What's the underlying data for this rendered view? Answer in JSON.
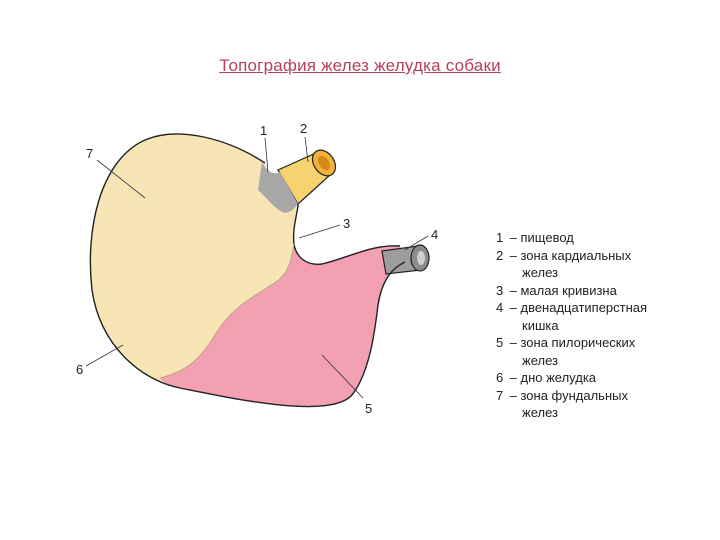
{
  "title": "Топография желез желудка собаки",
  "colors": {
    "title": "#b5405e",
    "fundic_zone": "#f8e5b5",
    "pyloric_zone": "#f2a0b2",
    "cardiac_zone": "#a8a8a8",
    "esophagus": "#f6d36e",
    "outline": "#222222"
  },
  "diagram": {
    "labels": [
      "1",
      "2",
      "3",
      "4",
      "5",
      "6",
      "7"
    ]
  },
  "legend": [
    {
      "num": "1",
      "dash": "–",
      "text": "пищевод",
      "cont": ""
    },
    {
      "num": "2",
      "dash": "–",
      "text": "зона кардиальных",
      "cont": "желез"
    },
    {
      "num": "3",
      "dash": "–",
      "text": "малая кривизна",
      "cont": ""
    },
    {
      "num": "4",
      "dash": "–",
      "text": "двенадцатиперстная",
      "cont": "кишка"
    },
    {
      "num": "5",
      "dash": "–",
      "text": "зона пилорических",
      "cont": "желез"
    },
    {
      "num": "6",
      "dash": "–",
      "text": "дно желудка",
      "cont": ""
    },
    {
      "num": "7",
      "dash": "–",
      "text": "зона фундальных",
      "cont": "желез"
    }
  ]
}
